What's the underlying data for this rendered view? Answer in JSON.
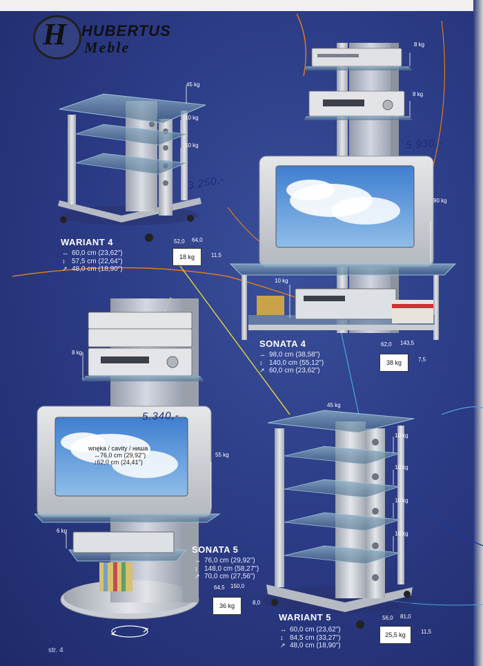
{
  "brand": {
    "name": "HUBERTUS",
    "sub": "Meble",
    "monogram": "H"
  },
  "page_label": "str. 4",
  "products": {
    "wariant4": {
      "title": "WARIANT 4",
      "specs": [
        "60,0 cm (23,62\")",
        "57,5 cm (22,64\")",
        "48,0 cm (18,90\")"
      ],
      "loads": [
        "45 kg",
        "10 kg",
        "10 kg"
      ],
      "price": "3.250,-",
      "package": {
        "weight": "18 kg",
        "d1": "52,0",
        "d2": "64,0",
        "d3": "11,5"
      }
    },
    "sonata4": {
      "title": "SONATA 4",
      "specs": [
        "98,0 cm (38,58\")",
        "140,0 cm (55,12\")",
        "60,0 cm (23,62\")"
      ],
      "loads": [
        "8 kg",
        "8 kg",
        "90 kg",
        "10 kg"
      ],
      "price": "5.930,-",
      "package": {
        "weight": "38 kg",
        "d1": "62,0",
        "d2": "143,5",
        "d3": "7,5"
      }
    },
    "sonata5": {
      "title": "SONATA 5",
      "specs": [
        "76,0 cm (29,92\")",
        "148,0 cm (58,27\")",
        "70,0 cm (27,56\")"
      ],
      "loads": [
        "8 kg",
        "55 kg",
        "6 kg"
      ],
      "price": "5.340,-",
      "cavity": {
        "label": "wnęka / cavity / ниша",
        "w": "76,0 cm (29,92\")",
        "h": "62,0 cm (24,41\")"
      },
      "package": {
        "weight": "36 kg",
        "d1": "64,5",
        "d2": "150,0",
        "d3": "8,0"
      }
    },
    "wariant5": {
      "title": "WARIANT 5",
      "specs": [
        "60,0 cm (23,62\")",
        "84,5 cm (33,27\")",
        "48,0 cm (18,90\")"
      ],
      "loads": [
        "45 kg",
        "10 kg",
        "10 kg",
        "10 kg",
        "10 kg"
      ],
      "package": {
        "weight": "25,5 kg",
        "d1": "56,0",
        "d2": "81,0",
        "d3": "11,5"
      }
    }
  },
  "icons": [
    "width-arrow-icon",
    "height-arrow-icon",
    "depth-arrow-icon",
    "rotate-icon"
  ],
  "colors": {
    "background": "#2c3c86",
    "accent_orange": "#e07a20",
    "accent_yellow": "#d8d040",
    "glass": "#6f8fa8",
    "silver": "#c0c4cc"
  }
}
